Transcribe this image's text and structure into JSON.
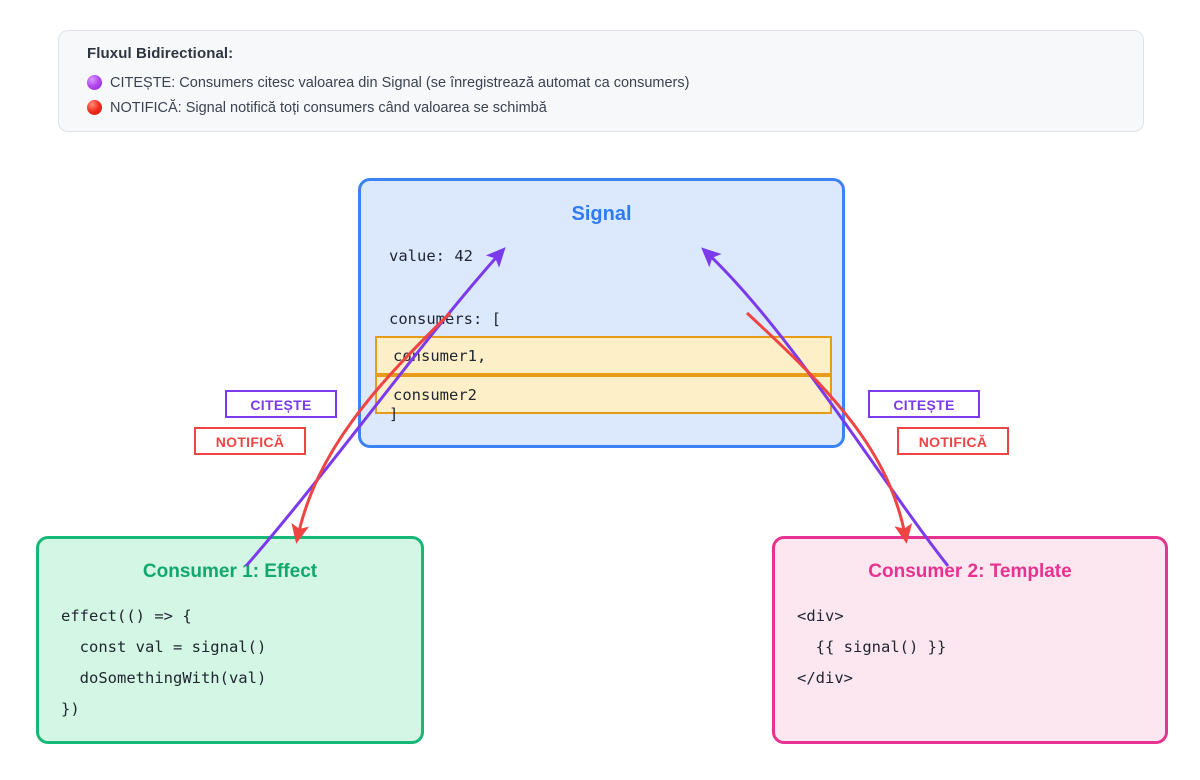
{
  "legend": {
    "title": "Fluxul Bidirectional:",
    "items": [
      {
        "icon": "purple-circle-icon",
        "color": "#a83cf0",
        "text": "CITEȘTE: Consumers citesc valoarea din Signal (se înregistrează automat ca consumers)"
      },
      {
        "icon": "red-circle-icon",
        "color": "#e8281a",
        "text": "NOTIFICĂ: Signal notifică toți consumers când valoarea se schimbă"
      }
    ]
  },
  "signal": {
    "title": "Signal",
    "value_line": "value: 42",
    "consumers_open": "consumers: [",
    "consumers": [
      "consumer1,",
      "consumer2"
    ],
    "consumers_close": "]",
    "border_color": "#3b82f6",
    "fill_color": "#dce9fd",
    "title_color": "#2f7bf6",
    "highlight_border_color": "#e79b18",
    "highlight_fill_color": "#fdf0c9"
  },
  "consumer1": {
    "title": "Consumer 1: Effect",
    "code": "effect(() => {\n  const val = signal()\n  doSomethingWith(val)\n})",
    "border_color": "#16b877",
    "fill_color": "#d3f7e4",
    "title_color": "#11a86c"
  },
  "consumer2": {
    "title": "Consumer 2: Template",
    "code": "<div>\n  {{ signal() }}\n</div>",
    "border_color": "#e8328f",
    "fill_color": "#fce7f1",
    "title_color": "#e8328f"
  },
  "edges": {
    "read_label": "CITEȘTE",
    "notify_label": "NOTIFICĂ",
    "read_color": "#7c3aed",
    "notify_color": "#ef4444"
  }
}
